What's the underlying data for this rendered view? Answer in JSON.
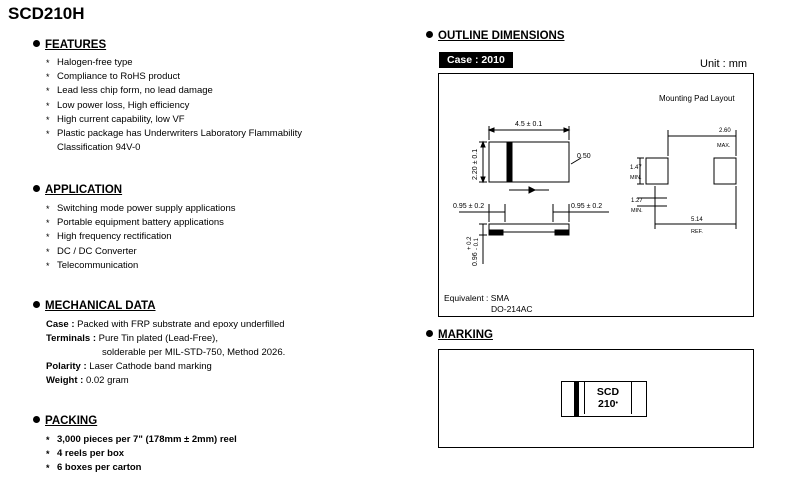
{
  "title": "SCD210H",
  "features": {
    "heading": "FEATURES",
    "items": [
      "Halogen-free type",
      "Compliance to RoHS product",
      "Lead less chip form, no lead damage",
      "Low power loss, High efficiency",
      "High current capability, low VF",
      "Plastic package has Underwriters Laboratory Flammability Classification 94V-0"
    ]
  },
  "application": {
    "heading": "APPLICATION",
    "items": [
      "Switching mode power supply applications",
      "Portable equipment battery applications",
      "High frequency rectification",
      "DC / DC Converter",
      "Telecommunication"
    ]
  },
  "mechanical": {
    "heading": "MECHANICAL DATA",
    "case_label": "Case :",
    "case_value": "Packed with FRP substrate and epoxy underfilled",
    "terminals_label": "Terminals :",
    "terminals_value": "Pure Tin plated (Lead-Free),",
    "terminals_value2": "solderable per MIL-STD-750, Method 2026.",
    "polarity_label": "Polarity :",
    "polarity_value": "Laser Cathode band marking",
    "weight_label": "Weight :",
    "weight_value": "0.02 gram"
  },
  "packing": {
    "heading": "PACKING",
    "items": [
      "3,000 pieces per 7\" (178mm ± 2mm) reel",
      "4 reels per box",
      "6 boxes per carton"
    ]
  },
  "outline": {
    "heading": "OUTLINE DIMENSIONS",
    "case_tag": "Case : 2010",
    "unit": "Unit : mm",
    "mounting_pad": "Mounting Pad Layout",
    "dim_length": "4.5 ± 0.1",
    "dim_width": "2.20 ± 0.1",
    "dim_corner": "0.50",
    "dim_term_left": "0.95 ± 0.2",
    "dim_term_right": "0.95 ± 0.2",
    "dim_thickness": "0.96",
    "dim_thickness_tol": "+ 0.2",
    "dim_thickness_tol2": "- 0.1",
    "pad_width": "2.60",
    "pad_width_note": "MAX.",
    "pad_height": "1.47",
    "pad_height_note": "MIN.",
    "pad_gap": "1.27",
    "pad_gap_note": "MIN.",
    "pad_span": "5.14",
    "pad_span_note": "REF.",
    "equivalent_label": "Equivalent : SMA",
    "equivalent_code": "DO-214AC"
  },
  "marking": {
    "heading": "MARKING",
    "line1": "SCD",
    "line2": "210"
  }
}
